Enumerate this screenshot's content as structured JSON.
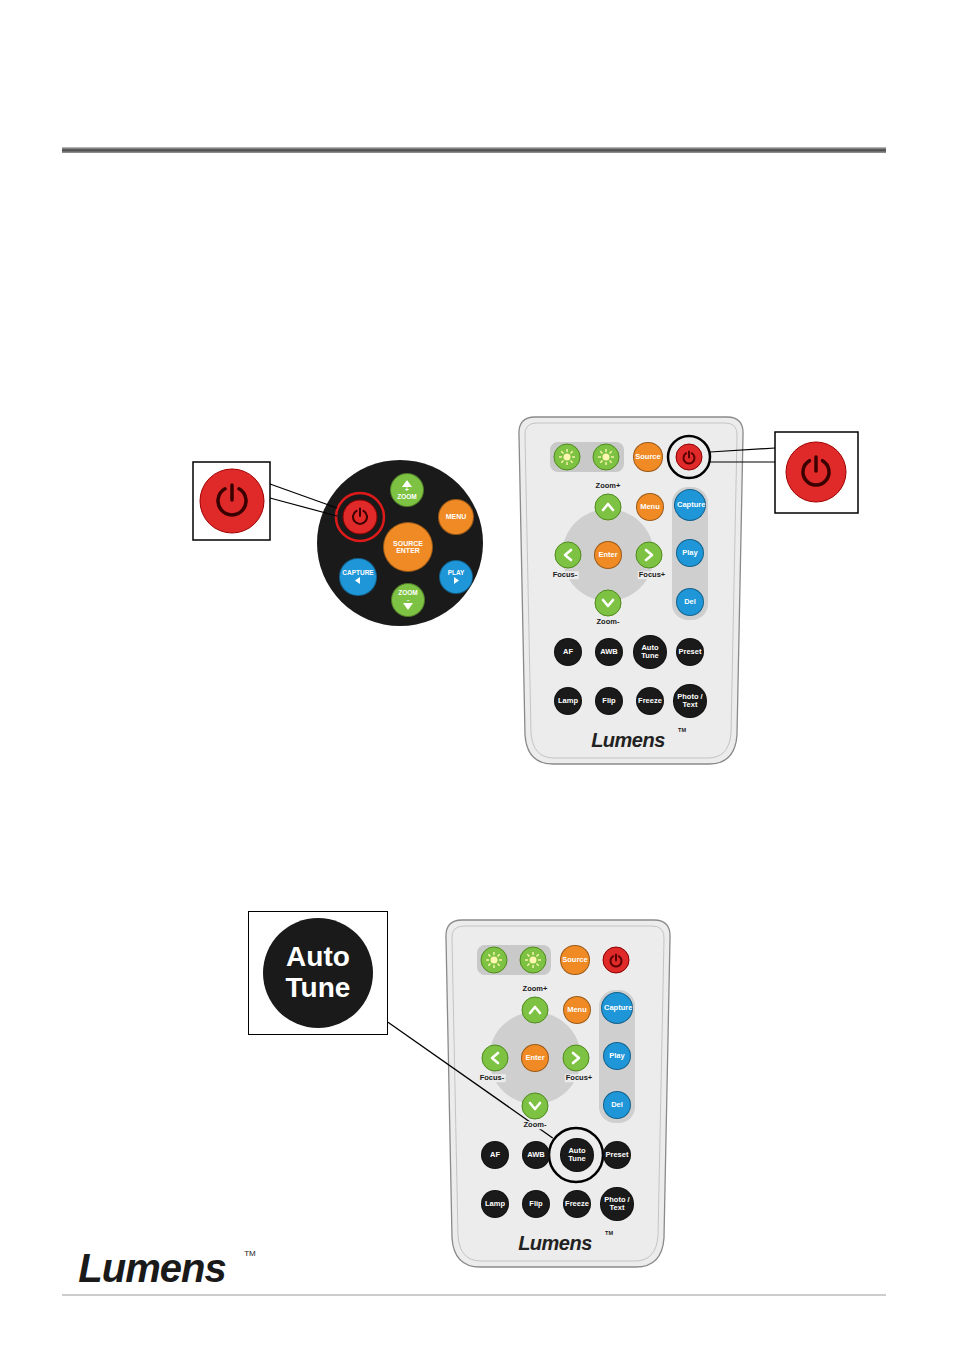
{
  "diagram": {
    "nodes": [
      {
        "text": [
          "+",
          "ZOOM"
        ]
      },
      {
        "text": [
          "MENU"
        ]
      },
      {
        "text": [
          "SOURCE ENTER"
        ]
      },
      {
        "text": [
          "CAPTURE"
        ]
      },
      {
        "text": [
          "PLAY"
        ]
      },
      {
        "text": [
          "ZOOM",
          "-"
        ]
      },
      {
        "text": [
          "Lumens"
        ]
      },
      {
        "text": [
          "Source"
        ],
        "in": 6
      },
      {
        "text": [
          "Menu"
        ],
        "in": 6
      },
      {
        "text": [
          "Capture"
        ],
        "in": 6
      },
      {
        "text": [
          "Enter"
        ],
        "in": 6
      },
      {
        "text": [
          "Play"
        ],
        "in": 6
      },
      {
        "text": [
          "Del"
        ],
        "in": 6
      },
      {
        "text": [
          "AF"
        ],
        "in": 6
      },
      {
        "text": [
          "AWB"
        ],
        "in": 6
      },
      {
        "text": [
          "Auto Tune"
        ],
        "in": 6
      },
      {
        "text": [
          "Preset"
        ],
        "in": 6
      },
      {
        "text": [
          "Lamp"
        ],
        "in": 6
      },
      {
        "text": [
          "Flip"
        ],
        "in": 6
      },
      {
        "text": [
          "Freeze"
        ],
        "in": 6
      },
      {
        "text": [
          "Photo / Text"
        ],
        "in": 6
      },
      {
        "text": [
          "Auto Tune"
        ]
      },
      {
        "text": [
          "Lumens"
        ]
      },
      {
        "text": [
          "Source"
        ],
        "in": 22
      },
      {
        "text": [
          "Menu"
        ],
        "in": 22
      },
      {
        "text": [
          "Capture"
        ],
        "in": 22
      },
      {
        "text": [
          "Enter"
        ],
        "in": 22
      },
      {
        "text": [
          "Play"
        ],
        "in": 22
      },
      {
        "text": [
          "Del"
        ],
        "in": 22
      },
      {
        "text": [
          "AF"
        ],
        "in": 22
      },
      {
        "text": [
          "AWB"
        ],
        "in": 22
      },
      {
        "text": [
          "Auto Tune"
        ],
        "in": 22
      },
      {
        "text": [
          "Preset"
        ],
        "in": 22
      },
      {
        "text": [
          "Lamp"
        ],
        "in": 22
      },
      {
        "text": [
          "Flip"
        ],
        "in": 22
      },
      {
        "text": [
          "Freeze"
        ],
        "in": 22
      },
      {
        "text": [
          "Photo / Text"
        ],
        "in": 22
      }
    ],
    "edges": [
      {
        "from": 21,
        "to": 31,
        "arrow": "none"
      }
    ],
    "labels": [
      "Zoom+",
      "Focus-",
      "Focus+",
      "Zoom-",
      "TM",
      "Zoom+",
      "Focus-",
      "Focus+",
      "Zoom-",
      "TM",
      "Lumens",
      "TM"
    ]
  }
}
